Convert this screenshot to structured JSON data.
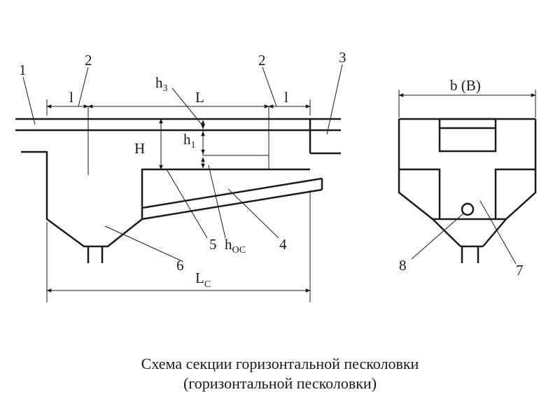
{
  "labels": {
    "n1": "1",
    "n2a": "2",
    "n2b": "2",
    "n3": "3",
    "n4": "4",
    "n5": "5",
    "n6": "6",
    "n7": "7",
    "n8": "8",
    "l_left": "l",
    "l_right": "l",
    "L": "L",
    "H": "H",
    "h": "h",
    "h_sub3": "3",
    "h_sub1": "1",
    "h_oc_sub": "ОС",
    "Lc": "L",
    "Lc_sub": "С",
    "bB": "b (B)"
  },
  "caption": {
    "line1": "Схема секции горизонтальной песколовки",
    "line2": "(горизонтальной песколовки)"
  }
}
